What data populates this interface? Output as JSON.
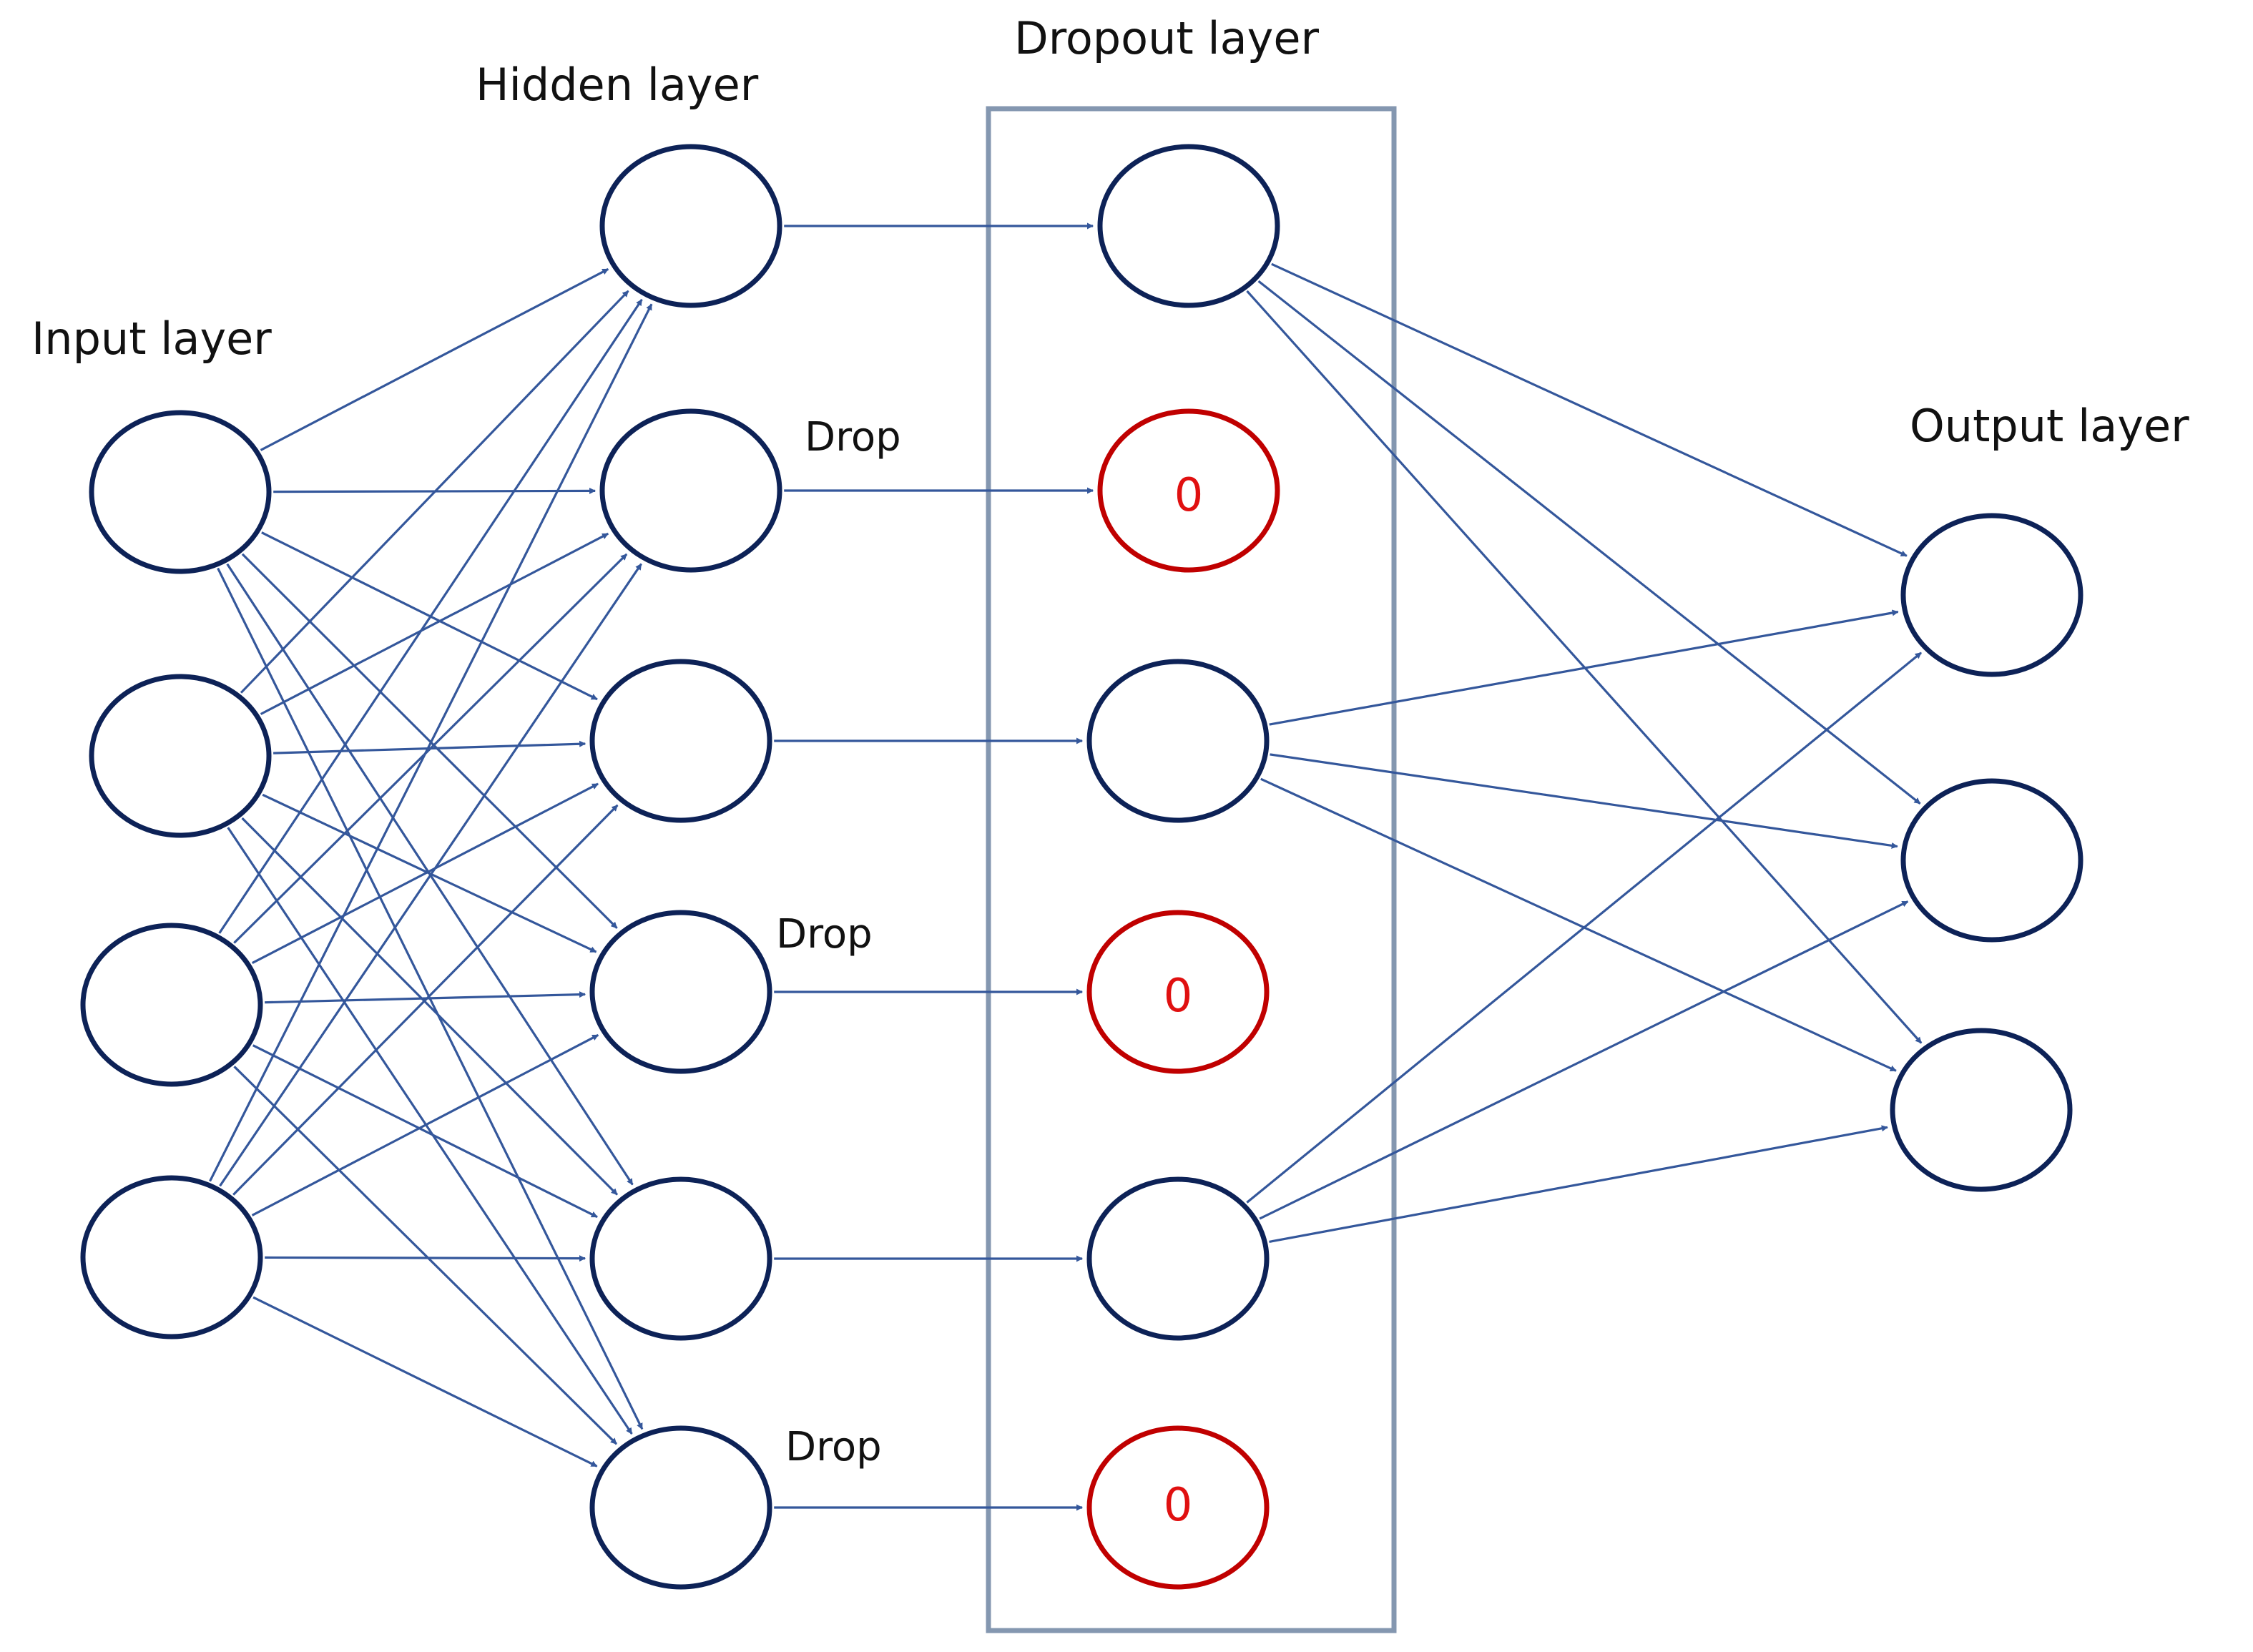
{
  "labels": {
    "input": "Input layer",
    "hidden": "Hidden layer",
    "dropout": "Dropout layer",
    "output": "Output layer"
  },
  "drop_text": "Drop",
  "zero_text": "0",
  "colors": {
    "node_stroke": "#0d2257",
    "dropped_stroke": "#c00000",
    "zero_text": "#e01010",
    "edge": "#34579b",
    "dropout_box": "#8497b0"
  },
  "layers": {
    "input": {
      "count": 4
    },
    "hidden": {
      "count": 6,
      "dropped": [
        1,
        3,
        5
      ]
    },
    "dropout": {
      "count": 6,
      "dropped": [
        1,
        3,
        5
      ]
    },
    "output": {
      "count": 3
    }
  }
}
